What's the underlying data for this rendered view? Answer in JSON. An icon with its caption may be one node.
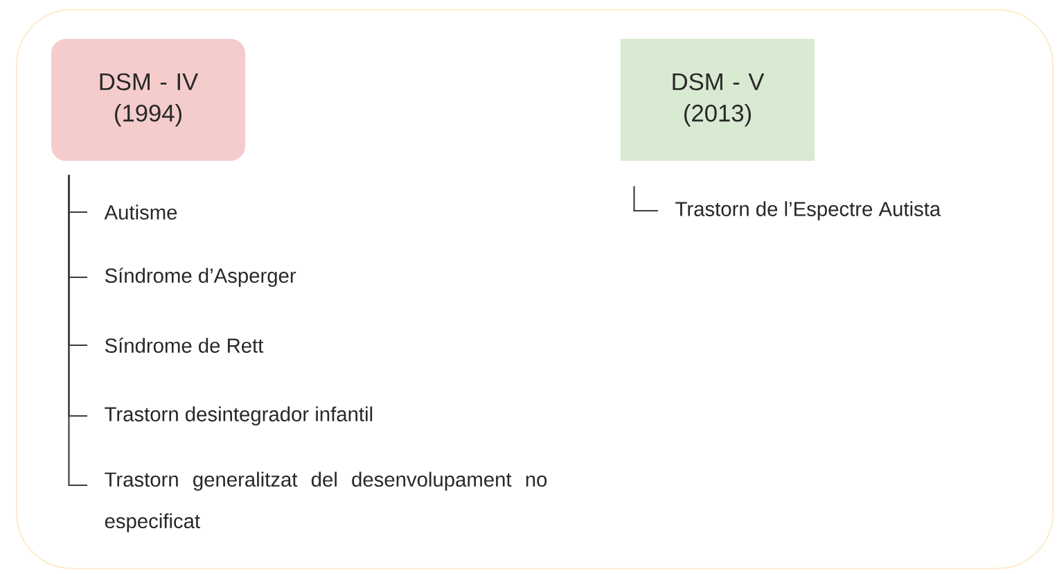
{
  "diagram": {
    "nodes": [
      {
        "text": [
          "DSM - IV (1994)"
        ]
      },
      {
        "text": [
          "Autisme"
        ]
      },
      {
        "text": [
          "Síndrome d’Asperger"
        ]
      },
      {
        "text": [
          "Síndrome de Rett"
        ]
      },
      {
        "text": [
          "Trastorn desintegrador infantil"
        ]
      },
      {
        "text": [
          "Trastorn generalitzat del desenvolupament no especificat"
        ]
      },
      {
        "text": [
          "DSM - V (2013)"
        ]
      },
      {
        "text": [
          "Trastorn de l’Espectre Autista"
        ]
      }
    ],
    "edges": [
      {
        "from": 0,
        "to": 1,
        "arrow": "none"
      },
      {
        "from": 0,
        "to": 2,
        "arrow": "none"
      },
      {
        "from": 0,
        "to": 3,
        "arrow": "none"
      },
      {
        "from": 0,
        "to": 4,
        "arrow": "none"
      },
      {
        "from": 0,
        "to": 5,
        "arrow": "none"
      },
      {
        "from": 6,
        "to": 7,
        "arrow": "none"
      }
    ]
  }
}
